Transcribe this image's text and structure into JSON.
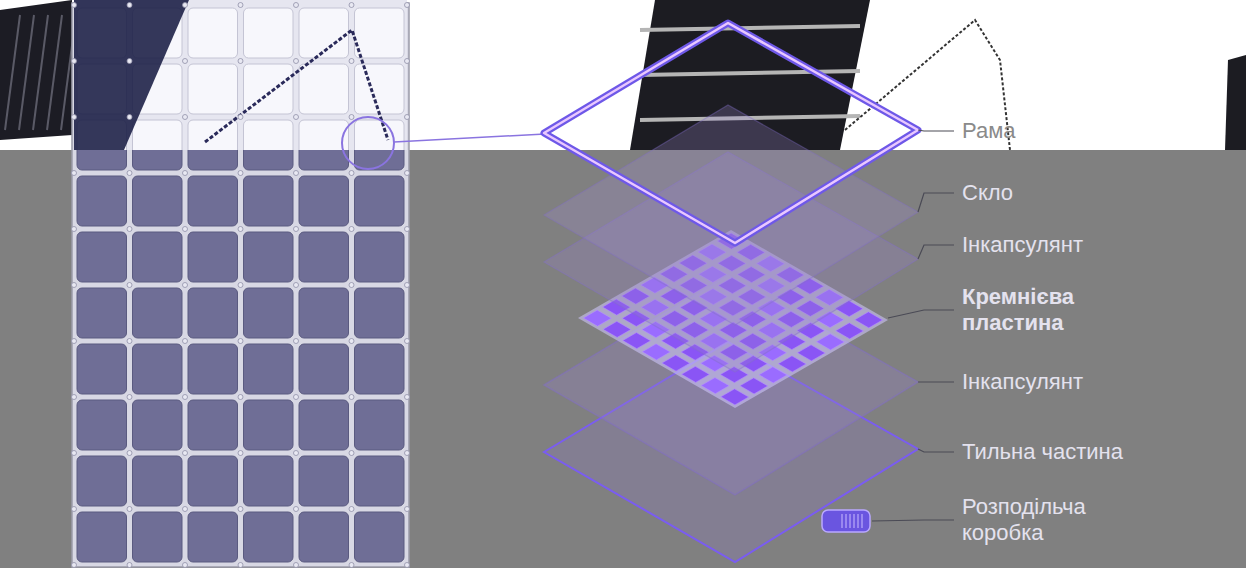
{
  "diagram": {
    "labels": [
      "Рама",
      "Скло",
      "Інкапсулянт",
      "Кремнієва пластина",
      "Інкапсулянт",
      "Тильна частина",
      "Розподільча коробка"
    ]
  }
}
